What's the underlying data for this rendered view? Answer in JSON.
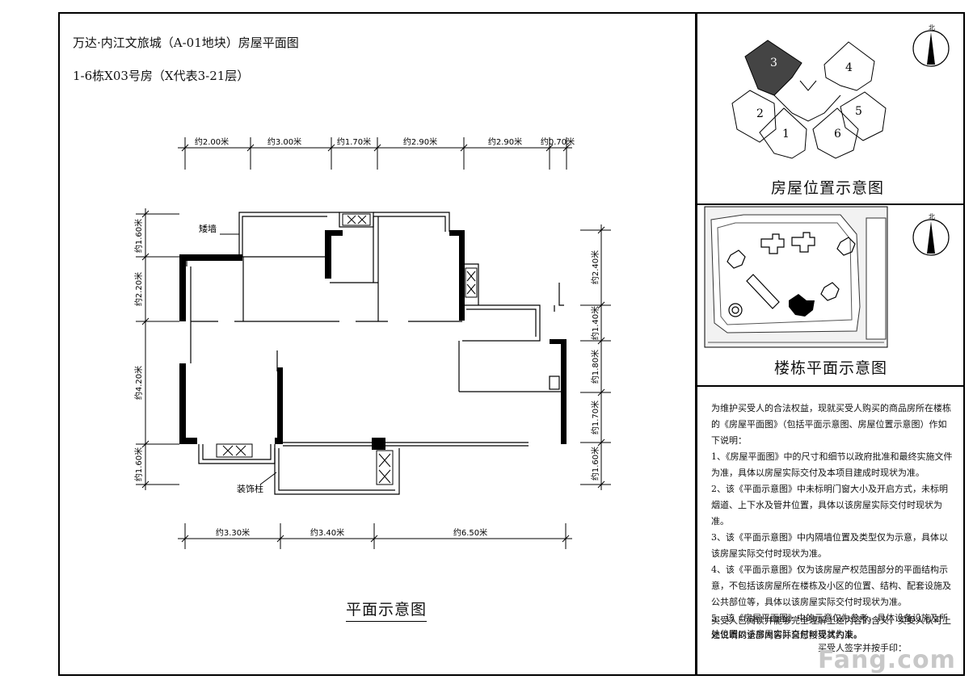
{
  "header": {
    "title": "万达·内江文旅城（A-01地块）房屋平面图",
    "subtitle": "1-6栋X03号房（X代表3-21层）"
  },
  "dimensions": {
    "top": [
      "约2.00米",
      "约3.00米",
      "约1.70米",
      "约2.90米",
      "约2.90米",
      "约0.70米"
    ],
    "bottom": [
      "约3.30米",
      "约3.40米",
      "约6.50米"
    ],
    "left": [
      "约1.60米",
      "约2.20米",
      "约4.20米",
      "约1.60米"
    ],
    "right": [
      "约2.40米",
      "约1.40米",
      "约1.80米",
      "约1.70米",
      "约1.60米"
    ]
  },
  "plan_labels": {
    "short_wall": "矮墙",
    "decor_column": "装饰柱",
    "caption": "平面示意图"
  },
  "location_map": {
    "caption": "房屋位置示意图",
    "unit_numbers": [
      "1",
      "2",
      "3",
      "4",
      "5",
      "6"
    ],
    "highlight_unit": "3",
    "north_label": "北"
  },
  "site_plan": {
    "caption": "楼栋平面示意图",
    "north_label": "北"
  },
  "notes": {
    "intro": "为维护买受人的合法权益，现就买受人购买的商品房所在楼栋的《房屋平面图》（包括平面示意图、房屋位置示意图）作如下说明：",
    "items": [
      "1、《房屋平面图》中的尺寸和细节以政府批准和最终实施文件为准，具体以房屋实际交付及本项目建成时现状为准。",
      "2、该《平面示意图》中未标明门窗大小及开启方式，未标明烟道、上下水及管井位置，具体以该房屋实际交付时现状为准。",
      "3、该《平面示意图》中内隔墙位置及类型仅为示意，具体以该房屋实际交付时现状为准。",
      "4、该《平面示意图》仅为该房屋产权范围部分的平面结构示意，不包括该房屋所在楼栋及小区的位置、结构、配套设施及公共部位等，具体以该房屋实际交付时现状为准。",
      "5、该《房屋平面图》中的示意仅为参考，具体设备设施及所处位置以该房屋实际交付时现状为准。"
    ],
    "acknowledgement": "买受人已阅读并能够完全理解上述内容的含义，买受人认可上述说明的全部内容并自愿接受其约束。",
    "signature_label": "买受人签字并按手印："
  },
  "watermark": "Fang.com"
}
